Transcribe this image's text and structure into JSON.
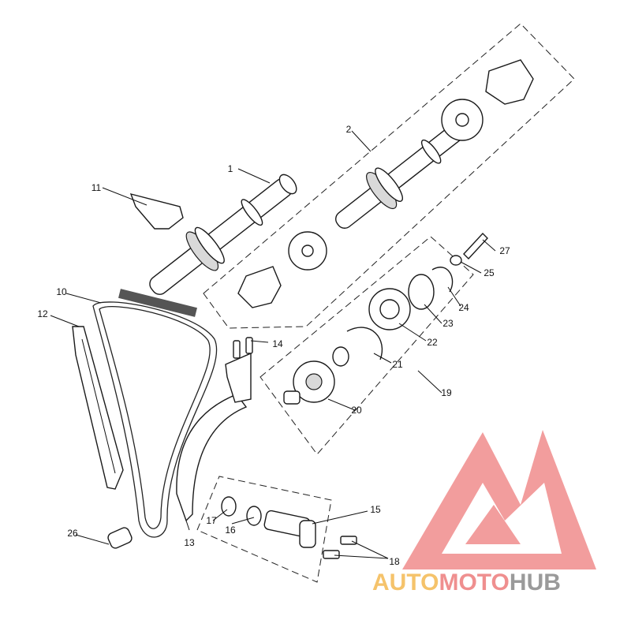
{
  "callouts": [
    "1",
    "2",
    "10",
    "11",
    "12",
    "13",
    "14",
    "15",
    "16",
    "17",
    "18",
    "19",
    "20",
    "21",
    "22",
    "23",
    "24",
    "25",
    "26",
    "27"
  ],
  "watermark": {
    "part1": "AUTO",
    "part2": "MOTO",
    "part3": "HUB",
    "color1": "#f5c36b",
    "color2": "#ef8f8f",
    "color3": "#9a9a9a",
    "logo_color": "#f08c8c"
  }
}
